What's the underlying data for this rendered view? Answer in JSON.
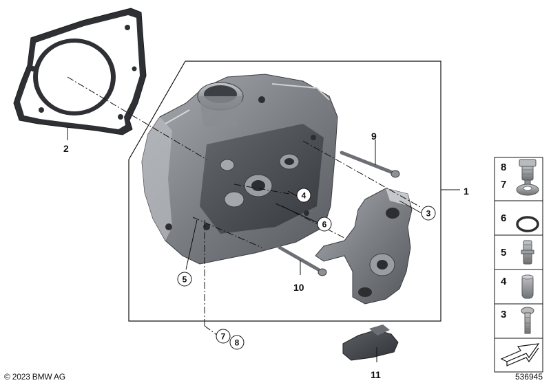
{
  "callouts": {
    "c1": "1",
    "c2": "2",
    "c3": "3",
    "c4": "4",
    "c5": "5",
    "c6": "6",
    "c7": "7",
    "c8": "8",
    "c9": "9",
    "c10": "10",
    "c11": "11"
  },
  "legend": [
    "8",
    "7",
    "6",
    "5",
    "4",
    "3"
  ],
  "footer": {
    "copyright": "© 2023 BMW AG",
    "doc_number": "536945"
  }
}
